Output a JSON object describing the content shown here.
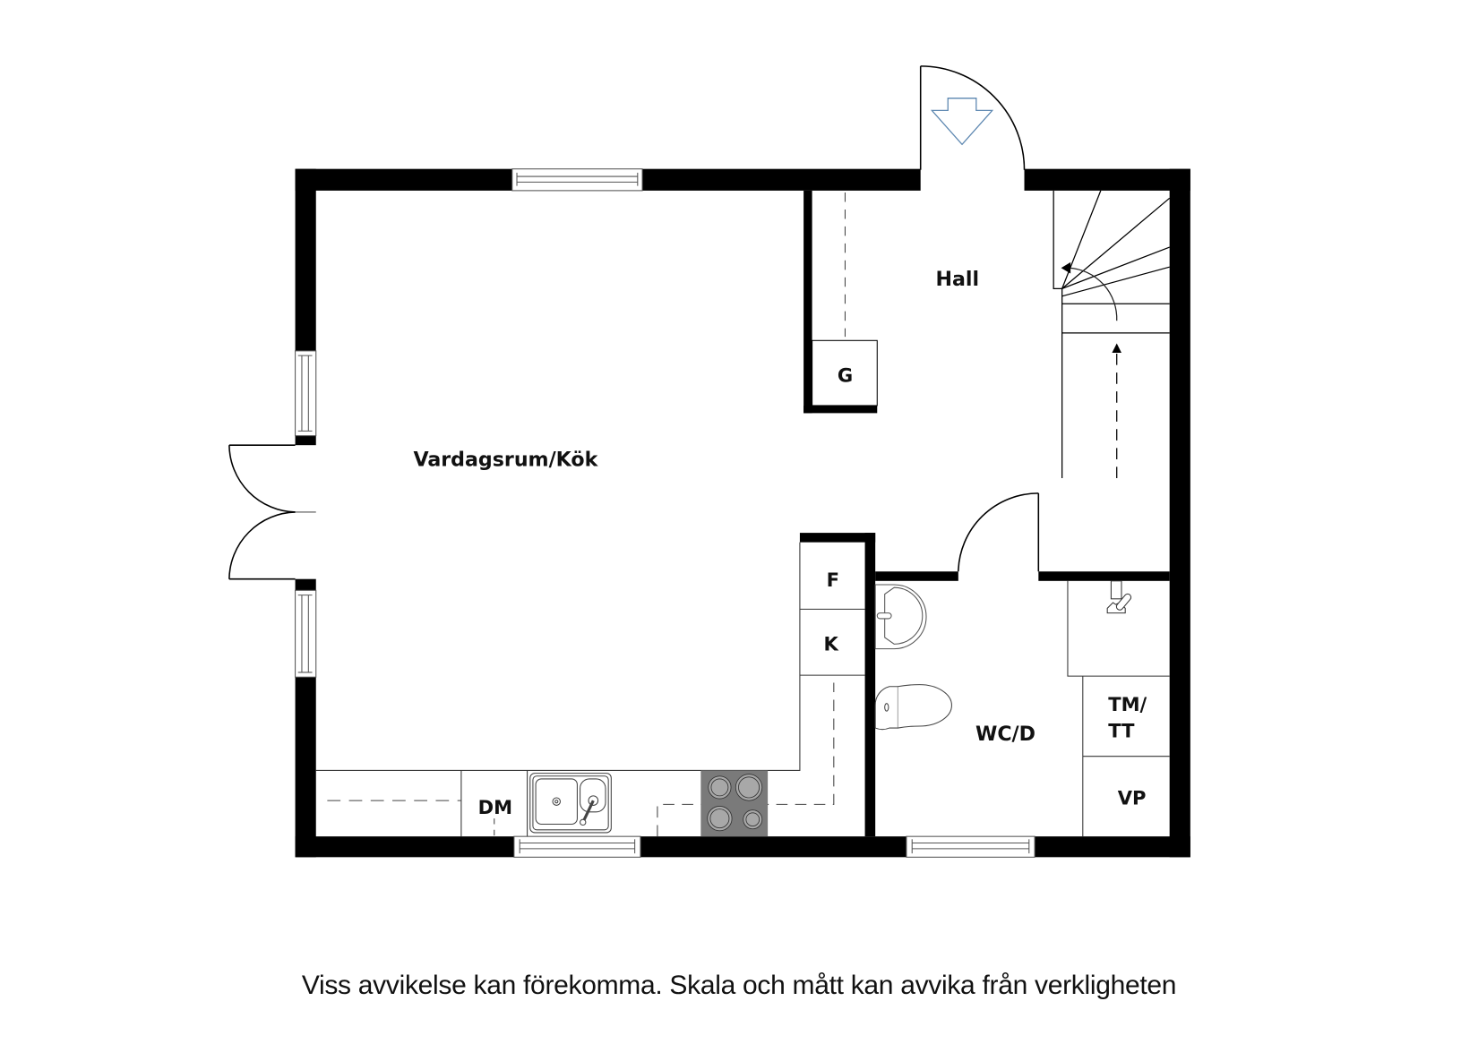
{
  "floorplan": {
    "rooms": [
      {
        "id": "vardagsrum",
        "label": "Vardagsrum/Kök"
      },
      {
        "id": "hall",
        "label": "Hall"
      },
      {
        "id": "wc",
        "label": "WC/D"
      }
    ],
    "fixtures": {
      "g": "G",
      "f": "F",
      "k": "K",
      "dm": "DM",
      "tm_line1": "TM/",
      "tm_line2": "TT",
      "vp": "VP"
    },
    "icons": {
      "entrance": "entrance-arrow-icon",
      "stairs": "staircase-icon",
      "sink": "kitchen-sink-icon",
      "stove": "cooktop-icon",
      "washbasin": "washbasin-icon",
      "toilet": "toilet-icon",
      "shower": "shower-icon"
    },
    "colors": {
      "wall": "#000000",
      "line": "#333333",
      "entrance_arrow": "#5b86b0",
      "stove": "#7a7a7a",
      "burner": "#a8a8a8"
    }
  },
  "caption": "Viss avvikelse kan förekomma. Skala och mått kan avvika från verkligheten"
}
